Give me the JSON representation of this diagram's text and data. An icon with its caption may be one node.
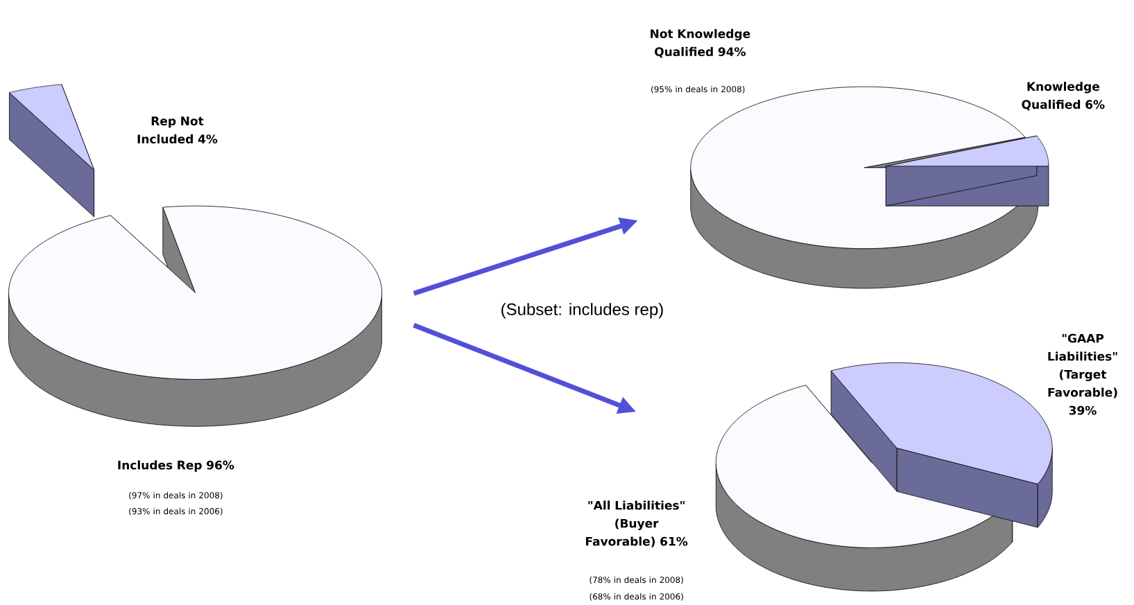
{
  "diagram": {
    "nodes": [
      {
        "text": [],
        "shape": "pie",
        "beside": [
          "Rep Not Included 4%",
          "Includes Rep 96%",
          "(97% in deals in 2008)",
          "(93% in deals in 2006)"
        ]
      },
      {
        "text": [],
        "shape": "pie",
        "beside": [
          "Not Knowledge Qualified 94%",
          "(95% in deals in 2008)",
          "Knowledge Qualified 6%"
        ]
      },
      {
        "text": [],
        "shape": "pie",
        "beside": [
          "\"GAAP Liabilities\" (Target Favorable) 39%",
          "\"All Liabilities\" (Buyer Favorable) 61%",
          "(78% in deals in 2008)",
          "(68% in deals in 2006)"
        ]
      }
    ],
    "edges": [
      {
        "from": 0,
        "to": 1,
        "arrow": "to"
      },
      {
        "from": 0,
        "to": 2,
        "arrow": "to"
      }
    ],
    "labels": [
      "(Subset: includes rep)"
    ]
  }
}
